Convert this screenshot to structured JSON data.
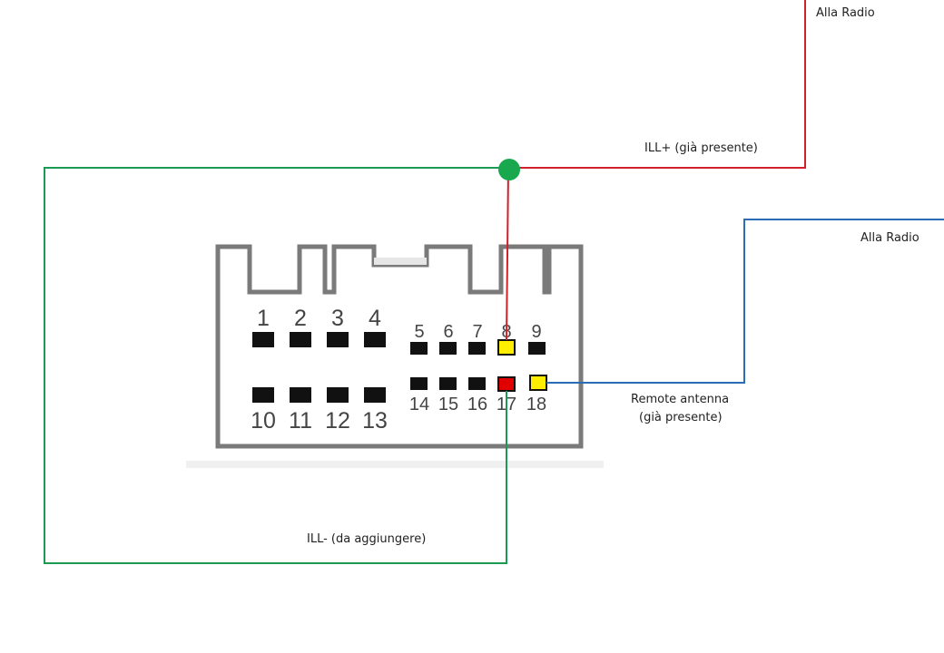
{
  "labels": {
    "alla_radio_top": "Alla Radio",
    "ill_plus": "ILL+ (già presente)",
    "alla_radio_right": "Alla Radio",
    "remote_antenna_line1": "Remote antenna",
    "remote_antenna_line2": "(già presente)",
    "ill_minus": "ILL-  (da aggiungere)"
  },
  "pins": {
    "upper_left": [
      "1",
      "2",
      "3",
      "4"
    ],
    "lower_left": [
      "10",
      "11",
      "12",
      "13"
    ],
    "upper_right": [
      "5",
      "6",
      "7",
      "8",
      "9"
    ],
    "lower_right": [
      "14",
      "15",
      "16",
      "17",
      "18"
    ]
  },
  "colors": {
    "ill_plus_wire": "#d0202a",
    "ill_minus_wire": "#1a9a52",
    "remote_wire": "#2a6db5",
    "junction": "#1aa84e",
    "pin_highlight_yellow": "#ffee00",
    "pin_highlight_red": "#e00000",
    "pin_default": "#111111",
    "connector_outline": "#7a7a7a"
  },
  "highlighted_pins": {
    "yellow": [
      "8",
      "18"
    ],
    "red": [
      "17"
    ]
  }
}
